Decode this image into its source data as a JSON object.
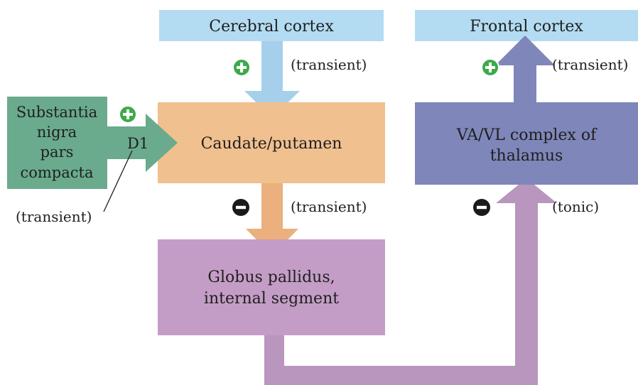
{
  "colors": {
    "cortex_box": "#b3dcf3",
    "cortex_arrow": "#a6cfec",
    "caudate_box": "#f1c08f",
    "caudate_arrow": "#ebb07d",
    "globus_box": "#c49dc6",
    "globus_arrow": "#b996bd",
    "thalamus_box": "#7f86b9",
    "thalamus_arrow": "#7f86b9",
    "substantia_box": "#6aaa8d",
    "substantia_arrow": "#6aaa8d",
    "excitatory_sign": "#3daa4a",
    "inhibitory_sign": "#1a1a1a"
  },
  "icons": {
    "excitatory": "plus-circle-icon",
    "inhibitory": "minus-circle-icon"
  },
  "nodes": {
    "cerebral_cortex": "Cerebral cortex",
    "frontal_cortex": "Frontal cortex",
    "caudate_putamen": "Caudate/putamen",
    "va_vl_line1": "VA/VL complex of",
    "va_vl_line2": "thalamus",
    "globus_line1": "Globus pallidus,",
    "globus_line2": "internal segment",
    "sn_line1": "Substantia",
    "sn_line2": "nigra",
    "sn_line3": "pars",
    "sn_line4": "compacta"
  },
  "labels": {
    "d1": "D1",
    "cortex_to_caudate": "(transient)",
    "thalamus_to_frontal": "(transient)",
    "caudate_to_globus": "(transient)",
    "globus_to_thalamus": "(tonic)",
    "sn_to_caudate": "(transient)"
  }
}
